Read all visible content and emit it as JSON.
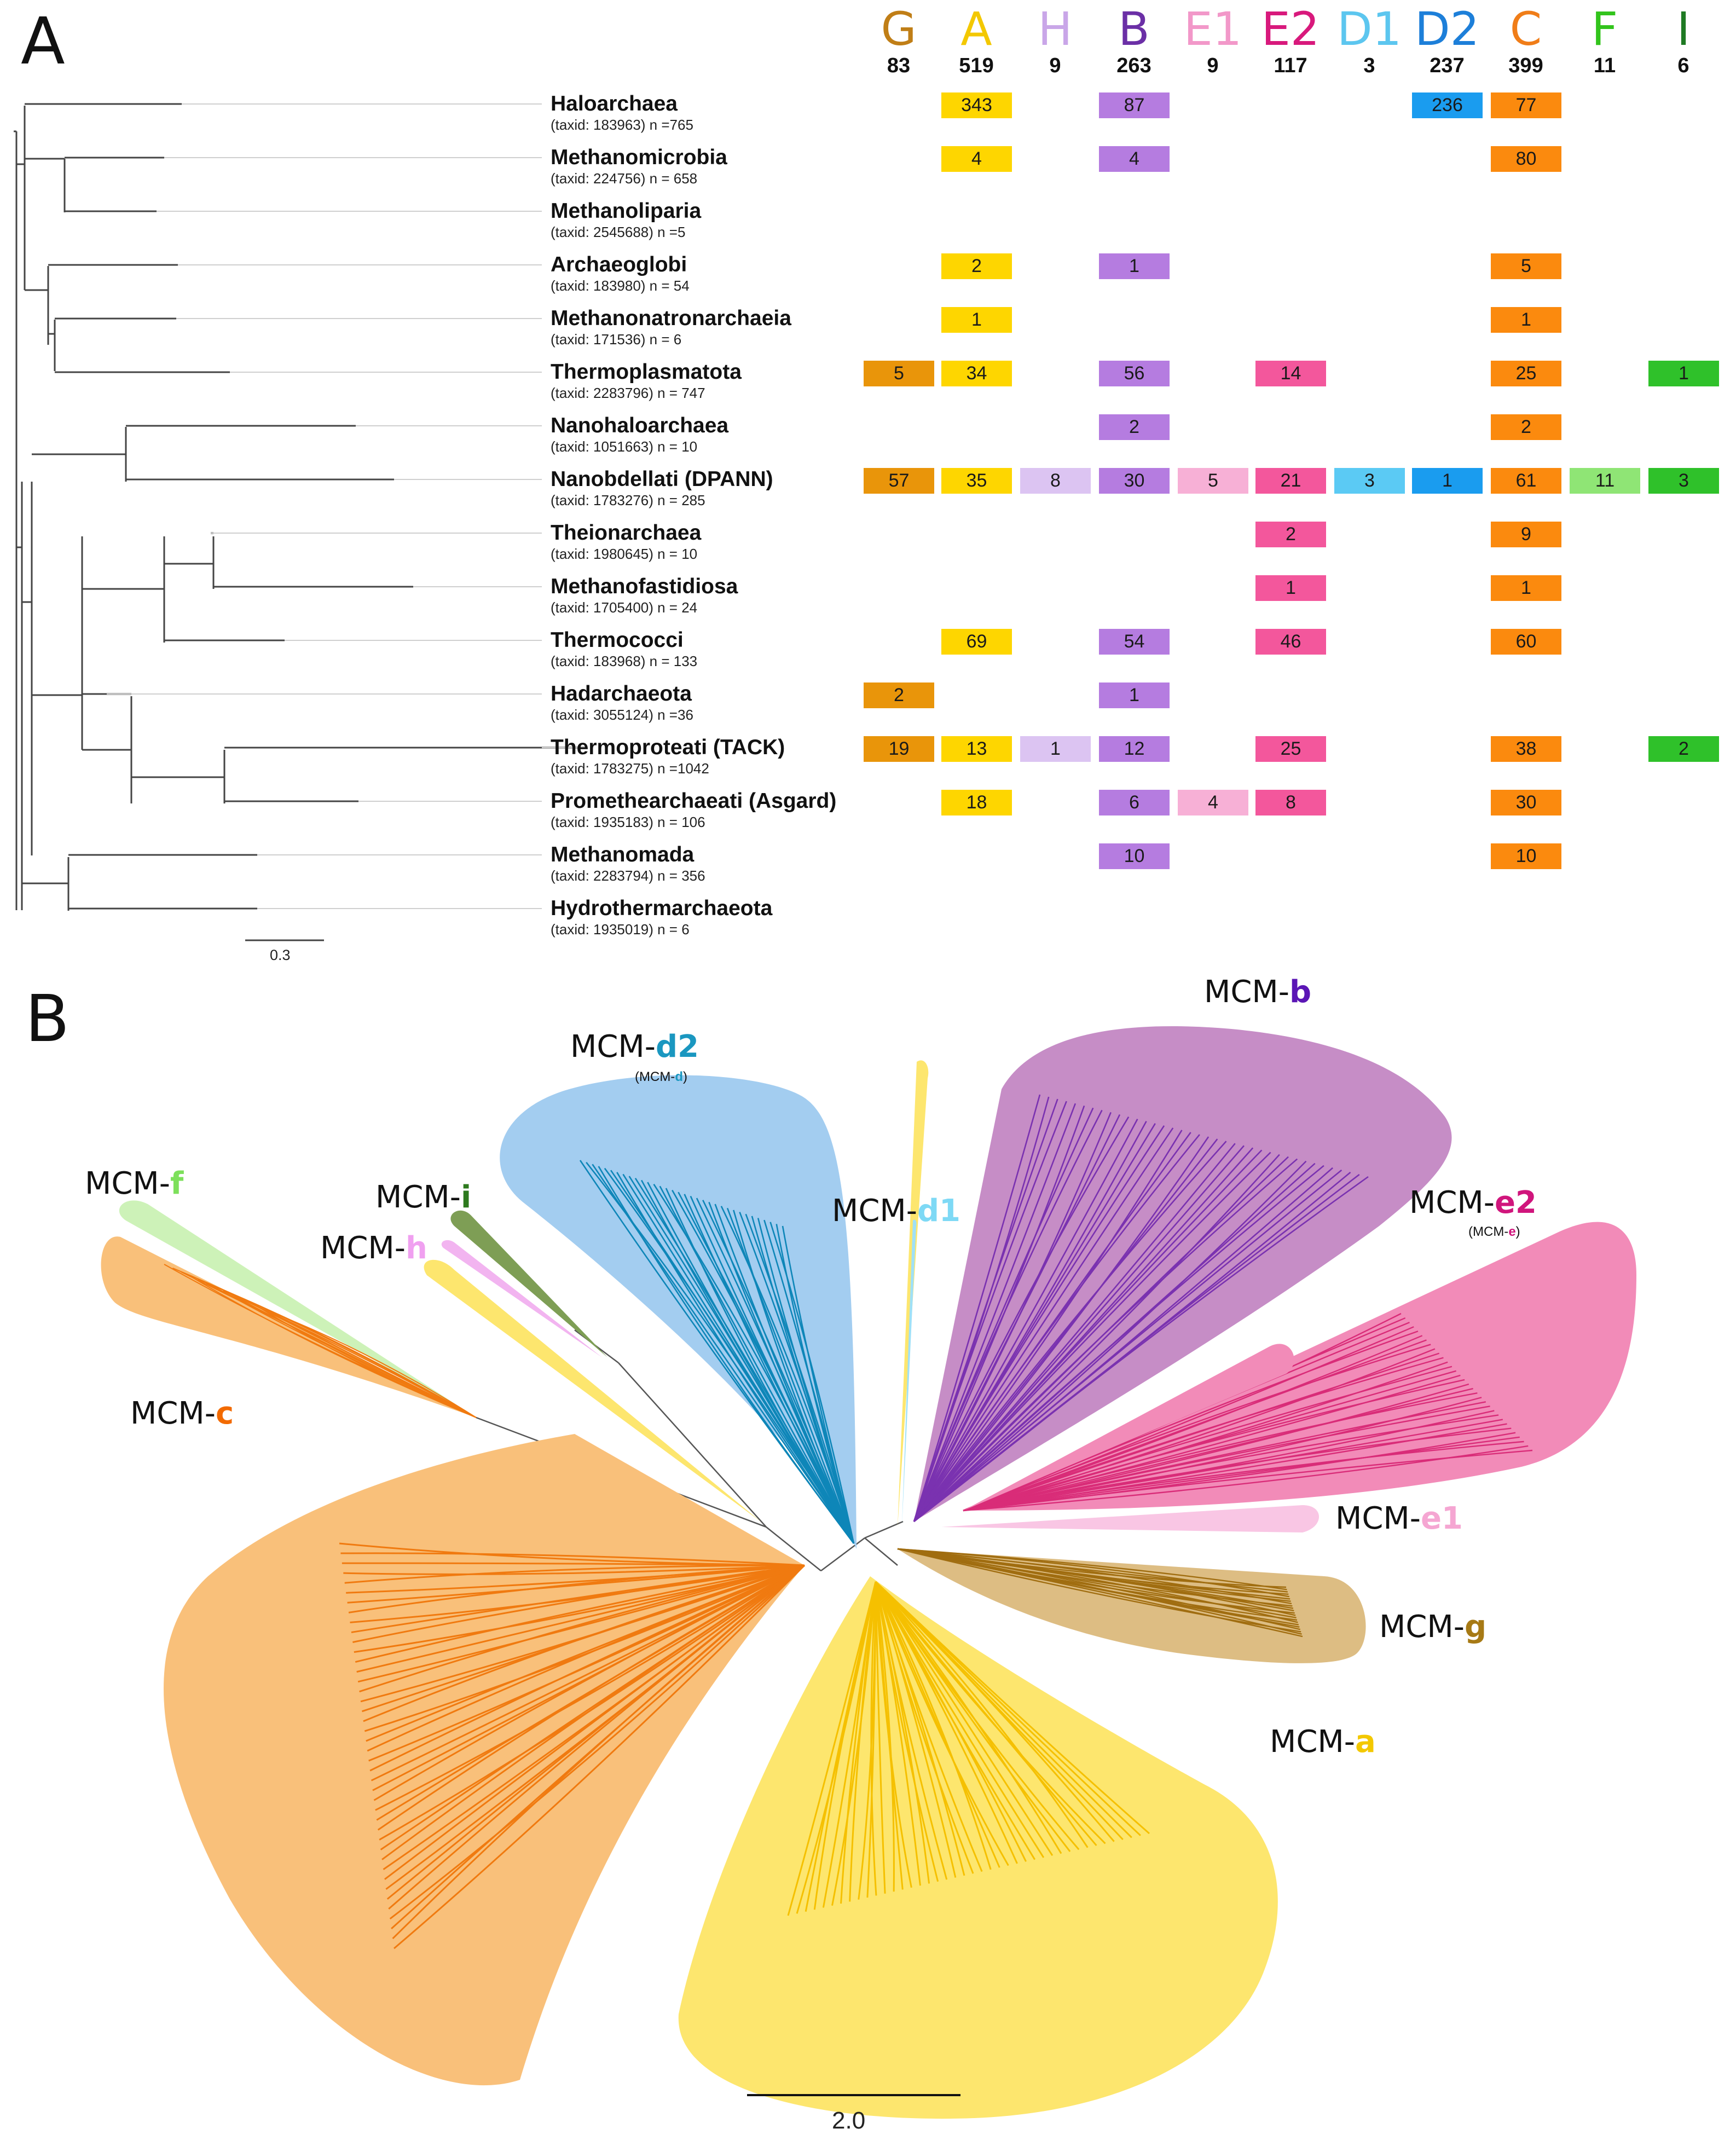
{
  "panel_a": {
    "letter": "A",
    "scale_label": "0.3",
    "columns": [
      {
        "key": "G",
        "label": "G",
        "total": "83",
        "color": "#c07e16",
        "cell_color": "#e9950a"
      },
      {
        "key": "A",
        "label": "A",
        "total": "519",
        "color": "#f3c800",
        "cell_color": "#fed600"
      },
      {
        "key": "H",
        "label": "H",
        "total": "9",
        "color": "#c9a6e8",
        "cell_color": "#dcc4f2"
      },
      {
        "key": "B",
        "label": "B",
        "total": "263",
        "color": "#6b2fa6",
        "cell_color": "#b57ce0"
      },
      {
        "key": "E1",
        "label": "E1",
        "total": "9",
        "color": "#f298c9",
        "cell_color": "#f7b0d6"
      },
      {
        "key": "E2",
        "label": "E2",
        "total": "117",
        "color": "#d8197c",
        "cell_color": "#f3579c"
      },
      {
        "key": "D1",
        "label": "D1",
        "total": "3",
        "color": "#5cc6ef",
        "cell_color": "#5bcaf4"
      },
      {
        "key": "D2",
        "label": "D2",
        "total": "237",
        "color": "#1d7fd9",
        "cell_color": "#1a9cef"
      },
      {
        "key": "C",
        "label": "C",
        "total": "399",
        "color": "#f07d18",
        "cell_color": "#fb8a0e"
      },
      {
        "key": "F",
        "label": "F",
        "total": "11",
        "color": "#32c41c",
        "cell_color": "#8fe575"
      },
      {
        "key": "I",
        "label": "I",
        "total": "6",
        "color": "#1f7a23",
        "cell_color": "#2fc12a"
      }
    ],
    "taxa": [
      {
        "name": "Haloarchaea",
        "meta": "(taxid: 183963) n =765",
        "counts": {
          "A": "343",
          "B": "87",
          "D2": "236",
          "C": "77"
        }
      },
      {
        "name": "Methanomicrobia",
        "meta": "(taxid: 224756) n = 658",
        "counts": {
          "A": "4",
          "B": "4",
          "C": "80"
        }
      },
      {
        "name": "Methanoliparia",
        "meta": "(taxid: 2545688) n =5",
        "counts": {}
      },
      {
        "name": "Archaeoglobi",
        "meta": "(taxid: 183980) n = 54",
        "counts": {
          "A": "2",
          "B": "1",
          "C": "5"
        }
      },
      {
        "name": "Methanonatronarchaeia",
        "meta": "(taxid: 171536) n = 6",
        "counts": {
          "A": "1",
          "C": "1"
        }
      },
      {
        "name": "Thermoplasmatota",
        "meta": "(taxid: 2283796) n = 747",
        "counts": {
          "G": "5",
          "A": "34",
          "B": "56",
          "E2": "14",
          "C": "25",
          "I": "1"
        }
      },
      {
        "name": "Nanohaloarchaea",
        "meta": "(taxid: 1051663) n = 10",
        "counts": {
          "B": "2",
          "C": "2"
        }
      },
      {
        "name": "Nanobdellati (DPANN)",
        "meta": "(taxid: 1783276) n = 285",
        "counts": {
          "G": "57",
          "A": "35",
          "H": "8",
          "B": "30",
          "E1": "5",
          "E2": "21",
          "D1": "3",
          "D2": "1",
          "C": "61",
          "F": "11",
          "I": "3"
        }
      },
      {
        "name": "Theionarchaea",
        "meta": "(taxid: 1980645) n = 10",
        "counts": {
          "E2": "2",
          "C": "9"
        }
      },
      {
        "name": "Methanofastidiosa",
        "meta": "(taxid: 1705400) n = 24",
        "counts": {
          "E2": "1",
          "C": "1"
        }
      },
      {
        "name": "Thermococci",
        "meta": "(taxid: 183968) n = 133",
        "counts": {
          "A": "69",
          "B": "54",
          "E2": "46",
          "C": "60"
        }
      },
      {
        "name": "Hadarchaeota",
        "meta": "(taxid: 3055124) n =36",
        "counts": {
          "G": "2",
          "B": "1"
        }
      },
      {
        "name": "Thermoproteati (TACK)",
        "meta": "(taxid: 1783275) n =1042",
        "counts": {
          "G": "19",
          "A": "13",
          "H": "1",
          "B": "12",
          "E2": "25",
          "C": "38",
          "I": "2"
        }
      },
      {
        "name": "Promethearchaeati (Asgard)",
        "meta": "(taxid: 1935183) n = 106",
        "counts": {
          "A": "18",
          "B": "6",
          "E1": "4",
          "E2": "8",
          "C": "30"
        }
      },
      {
        "name": "Methanomada",
        "meta": "(taxid: 2283794) n = 356",
        "counts": {
          "B": "10",
          "C": "10"
        }
      },
      {
        "name": "Hydrothermarchaeota",
        "meta": "(taxid: 1935019) n = 6",
        "counts": {}
      }
    ]
  },
  "panel_b": {
    "letter": "B",
    "scale_label": "2.0",
    "prefix": "MCM-",
    "clades": {
      "a": {
        "suffix": "a",
        "color": "#f3c800",
        "fill": "#fde66e",
        "branch": "#f5c000"
      },
      "b": {
        "suffix": "b",
        "color": "#5b16b5",
        "fill": "#c68dc6",
        "branch": "#7a32b0"
      },
      "c": {
        "suffix": "c",
        "color": "#f26a00",
        "fill": "#f9c07a",
        "branch": "#f07a10"
      },
      "d1": {
        "suffix": "d1",
        "color": "#7ed9f5"
      },
      "d2": {
        "suffix": "d2",
        "color": "#1a97c0",
        "fill": "#a3cdf0",
        "branch": "#0e86b8",
        "sub_prefix": "(MCM-",
        "sub_suffix": "d",
        "sub_close": ")"
      },
      "e1": {
        "suffix": "e1",
        "color": "#f5a6d2",
        "fill": "#f9c6e4"
      },
      "e2": {
        "suffix": "e2",
        "color": "#d0157c",
        "fill": "#f28bb8",
        "branch": "#d92c78",
        "sub_prefix": "(MCM-",
        "sub_suffix": "e",
        "sub_close": ")"
      },
      "f": {
        "suffix": "f",
        "color": "#7de05b",
        "fill": "#cdf2b8"
      },
      "g": {
        "suffix": "g",
        "color": "#a77a15",
        "fill": "#ddbd83",
        "branch": "#a06d10"
      },
      "h": {
        "suffix": "h",
        "color": "#f0a0f0",
        "fill": "#f2b4f0"
      },
      "i": {
        "suffix": "i",
        "color": "#2d7a1e",
        "fill": "#7e9e55"
      }
    }
  }
}
